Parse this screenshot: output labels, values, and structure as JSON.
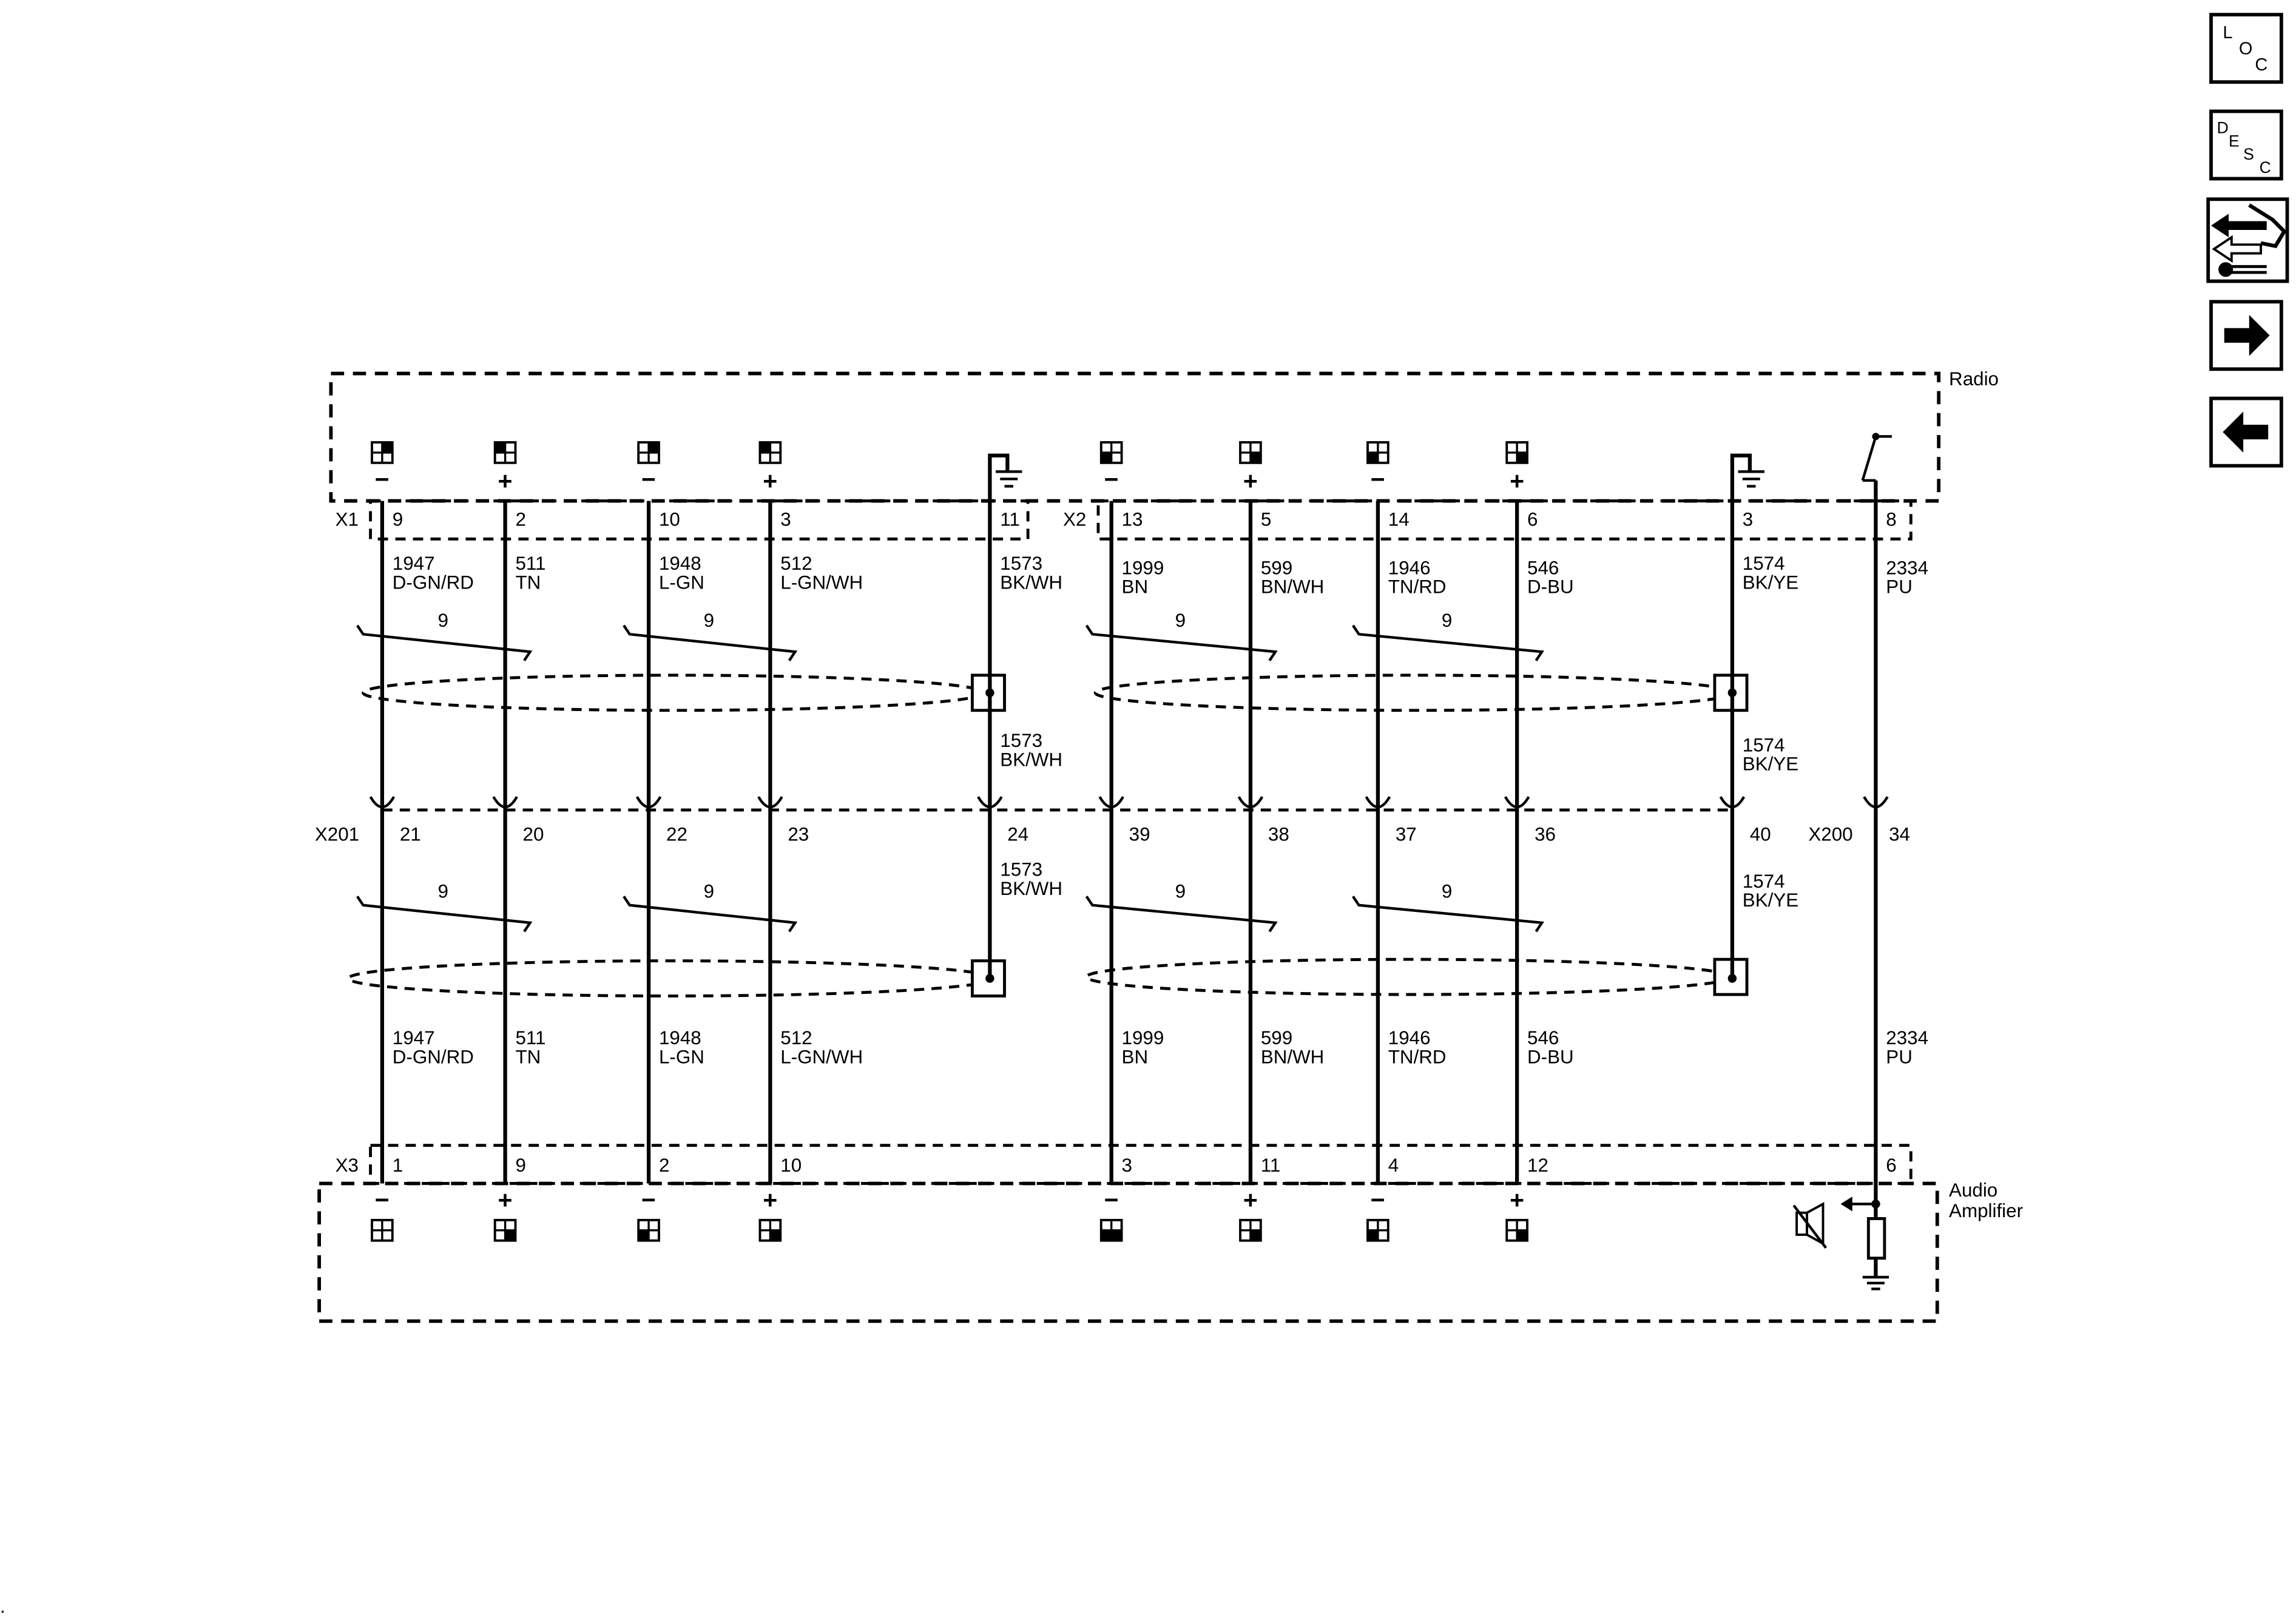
{
  "nav": {
    "loc": {
      "letters": [
        "L",
        "O",
        "C"
      ]
    },
    "desc": {
      "letters": [
        "D",
        "E",
        "S",
        "C"
      ]
    },
    "tools_icon": "connector-tool-icon",
    "next_icon": "arrow-right-icon",
    "prev_icon": "arrow-left-icon"
  },
  "components": {
    "radio": "Radio",
    "amp_line1": "Audio",
    "amp_line2": "Amplifier"
  },
  "connectors": {
    "x1": "X1",
    "x2": "X2",
    "x3": "X3",
    "x201": "X201",
    "x200": "X200"
  },
  "twist_count": "9",
  "symbols": {
    "minus": "−",
    "plus": "+"
  },
  "wires": [
    {
      "pol": "−",
      "top_pin": "9",
      "inline_pin": "21",
      "bot_pin": "1",
      "circuit": "1947",
      "color": "D-GN/RD"
    },
    {
      "pol": "+",
      "top_pin": "2",
      "inline_pin": "20",
      "bot_pin": "9",
      "circuit": "511",
      "color": "TN"
    },
    {
      "pol": "−",
      "top_pin": "10",
      "inline_pin": "22",
      "bot_pin": "2",
      "circuit": "1948",
      "color": "L-GN"
    },
    {
      "pol": "+",
      "top_pin": "3",
      "inline_pin": "23",
      "bot_pin": "10",
      "circuit": "512",
      "color": "L-GN/WH"
    },
    {
      "pol": "",
      "top_pin": "11",
      "inline_pin": "24",
      "bot_pin": "",
      "circuit": "1573",
      "color": "BK/WH"
    },
    {
      "pol": "−",
      "top_pin": "13",
      "inline_pin": "39",
      "bot_pin": "3",
      "circuit": "1999",
      "color": "BN"
    },
    {
      "pol": "+",
      "top_pin": "5",
      "inline_pin": "38",
      "bot_pin": "11",
      "circuit": "599",
      "color": "BN/WH"
    },
    {
      "pol": "−",
      "top_pin": "14",
      "inline_pin": "37",
      "bot_pin": "4",
      "circuit": "1946",
      "color": "TN/RD"
    },
    {
      "pol": "+",
      "top_pin": "6",
      "inline_pin": "36",
      "bot_pin": "12",
      "circuit": "546",
      "color": "D-BU"
    },
    {
      "pol": "",
      "top_pin": "3",
      "inline_pin": "40",
      "bot_pin": "",
      "circuit": "1574",
      "color": "BK/YE"
    },
    {
      "pol": "",
      "top_pin": "8",
      "inline_pin": "34",
      "bot_pin": "6",
      "circuit": "2334",
      "color": "PU"
    }
  ],
  "corner_mark": "."
}
